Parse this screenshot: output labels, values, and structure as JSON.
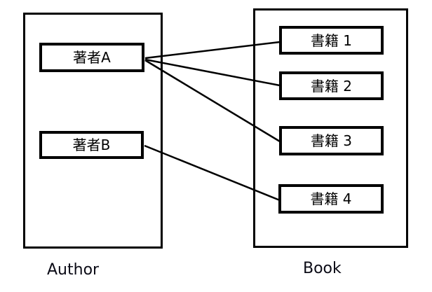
{
  "diagram": {
    "groups": {
      "authors": {
        "label": "Author",
        "items": [
          {
            "label": "著者A"
          },
          {
            "label": "著者B"
          }
        ]
      },
      "books": {
        "label": "Book",
        "items": [
          {
            "label": "書籍 1"
          },
          {
            "label": "書籍 2"
          },
          {
            "label": "書籍 3"
          },
          {
            "label": "書籍 4"
          }
        ]
      }
    },
    "connections": [
      {
        "from": "著者A",
        "to": "書籍 1"
      },
      {
        "from": "著者A",
        "to": "書籍 2"
      },
      {
        "from": "著者A",
        "to": "書籍 3"
      },
      {
        "from": "著者B",
        "to": "書籍 4"
      }
    ],
    "colors": {
      "background": "#ffffff",
      "stroke": "#000000",
      "box_fill": "#ffffff",
      "text": "#000000"
    }
  }
}
